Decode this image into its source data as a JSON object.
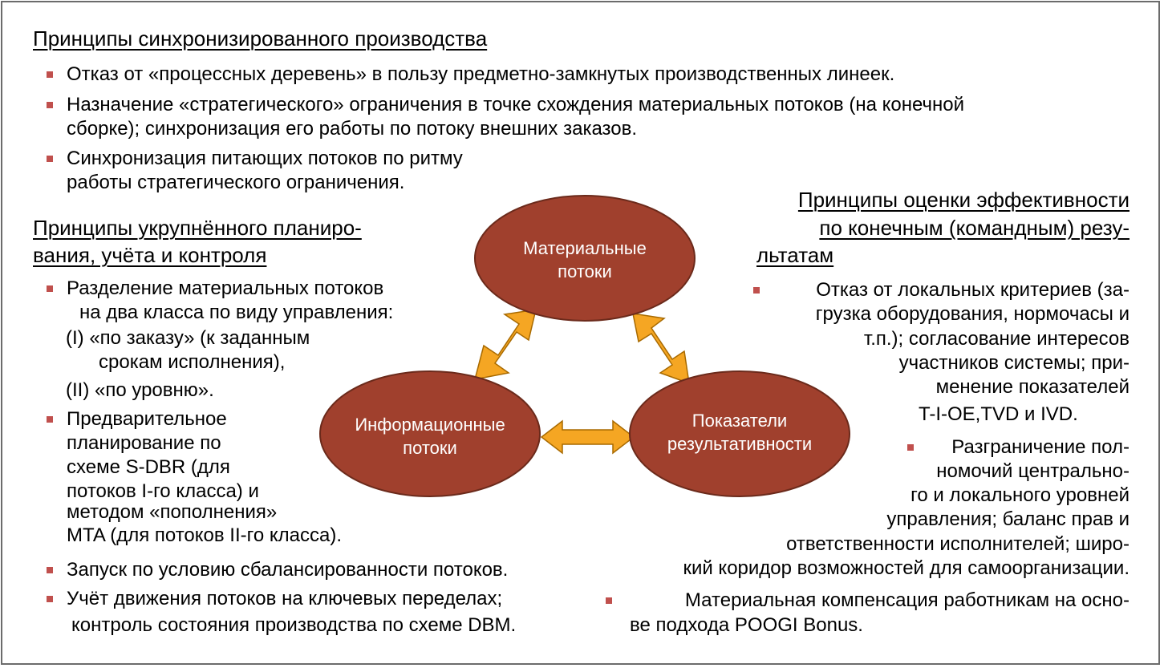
{
  "colors": {
    "ellipse_fill": "#a0402d",
    "ellipse_stroke": "#6b2a1b",
    "arrow_fill": "#f5a623",
    "arrow_stroke": "#a86a00",
    "bullet": "#c0504d"
  },
  "sync": {
    "heading": "Принципы синхронизированного производства",
    "b1": "Отказ от «процессных деревень» в пользу предметно-замкнутых производственных линеек.",
    "b2_l1": "Назначение «стратегического» ограничения в точке схождения материальных потоков (на конечной",
    "b2_l2": "сборке); синхронизация его работы по потоку внешних заказов.",
    "b3_l1": "Синхронизация питающих потоков по ритму",
    "b3_l2": "работы стратегического ограничения."
  },
  "plan": {
    "heading_l1": "Принципы укрупнённого планиро-",
    "heading_l2": "вания, учёта и контроля",
    "b1_l1": "Разделение материальных потоков",
    "b1_l2": "на два класса по виду управления:",
    "b1_l3": "(I) «по заказу» (к заданным",
    "b1_l4": "срокам исполнения),",
    "b1_l5": "(II) «по уровню».",
    "b2_l1": "Предварительное",
    "b2_l2": "планирование по",
    "b2_l3": "схеме S-DBR (для",
    "b2_l4": "потоков I-го класса) и",
    "b2_l5": "методом «пополнения»",
    "b2_l6": "MTA (для потоков II-го класса).",
    "b3": "Запуск по условию сбалансированности потоков.",
    "b4_l1": "Учёт движения потоков на ключевых переделах;",
    "b4_l2": "контроль состояния производства по схеме DBM."
  },
  "eval": {
    "heading_l1": "Принципы оценки эффективности",
    "heading_l2": "по конечным (командным) резу-",
    "heading_l3": "льтатам",
    "b1_l1": "Отказ от локальных критериев (за-",
    "b1_l2": "грузка оборудования, нормочасы и",
    "b1_l3": "т.п.); согласование интересов",
    "b1_l4": "участников системы; при-",
    "b1_l5": "менение показателей",
    "b1_l6": "T-I-OE,TVD и IVD.",
    "b2_l1": "Разграничение пол-",
    "b2_l2": "номочий центрально-",
    "b2_l3": "го и локального уровней",
    "b2_l4": "управления; баланс прав и",
    "b2_l5": "ответственности исполнителей; широ-",
    "b2_l6": "кий коридор возможностей для самоорганизации.",
    "b3_l1": "Материальная компенсация работникам на осно-",
    "b3_l2": "ве подхода POOGI Bonus."
  },
  "nodes": {
    "material_l1": "Материальные",
    "material_l2": "потоки",
    "info_l1": "Информационные",
    "info_l2": "потоки",
    "result_l1": "Показатели",
    "result_l2": "результативности"
  }
}
